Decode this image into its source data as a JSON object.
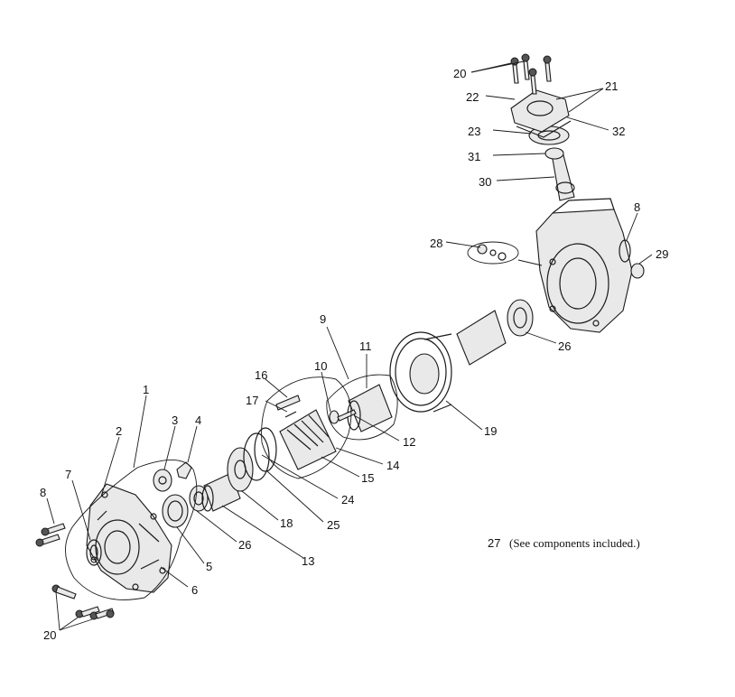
{
  "diagram": {
    "callouts": {
      "c1": "1",
      "c2": "2",
      "c3": "3",
      "c4": "4",
      "c5": "5",
      "c6": "6",
      "c7": "7",
      "c8a": "8",
      "c8b": "8",
      "c9": "9",
      "c10": "10",
      "c11": "11",
      "c12": "12",
      "c13": "13",
      "c14": "14",
      "c15": "15",
      "c16": "16",
      "c17": "17",
      "c18": "18",
      "c19": "19",
      "c20a": "20",
      "c20b": "20",
      "c21": "21",
      "c22": "22",
      "c23": "23",
      "c24": "24",
      "c25": "25",
      "c26a": "26",
      "c26b": "26",
      "c28": "28",
      "c29": "29",
      "c30": "30",
      "c31": "31",
      "c32": "32"
    },
    "note_number": "27",
    "note_text": "(See components included.)"
  }
}
